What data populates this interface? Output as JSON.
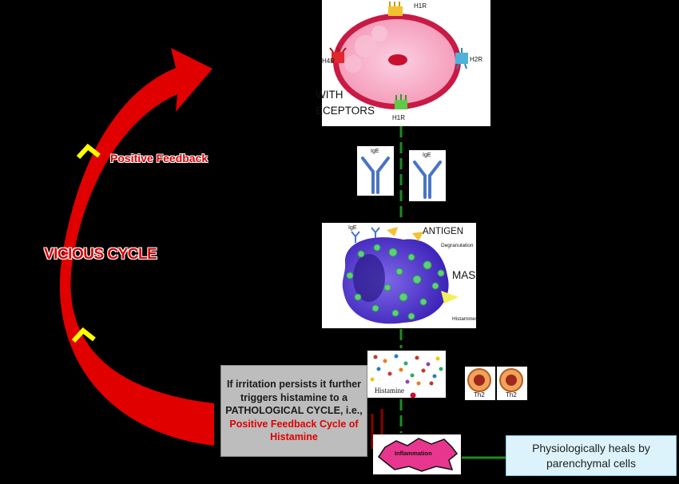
{
  "cell_panel": {
    "receptors": [
      "H1R",
      "H4R",
      "H2R",
      "H1R"
    ],
    "caption_lines": [
      "WITH",
      "ECEPTORS"
    ]
  },
  "ige_panels": [
    {
      "label": "IgE"
    },
    {
      "label": "IgE"
    }
  ],
  "mast_panel": {
    "antigen": "ANTIGEN",
    "ige": "IgE",
    "degranulation": "Degranulation",
    "histamines": "Histamines",
    "cut_label": "MAS"
  },
  "histamine_panel": {
    "label": "Histamine"
  },
  "th2_cells": [
    {
      "label": "Th2"
    },
    {
      "label": "Th2"
    }
  ],
  "inflammation": {
    "label": "Inflammation"
  },
  "positive_feedback": "Positive Feedback",
  "vicious_cycle": "VICIOUS CYCLE",
  "irritation_box": {
    "text_plain": "If irritation persists it further triggers histamine to a PATHOLOGICAL CYCLE, i.e.,",
    "text_red": "Positive Feedback Cycle of Histamine"
  },
  "physiological_box": {
    "text": "Physiologically heals by parenchymal cells"
  },
  "colors": {
    "cycle_arrow": "#e00000",
    "chevrons": "#ffff00",
    "connector": "#1e8c1e",
    "cell_fill": "#f6a3c3",
    "cell_membrane": "#c81a44",
    "mast_cell": "#5c3fd6"
  }
}
